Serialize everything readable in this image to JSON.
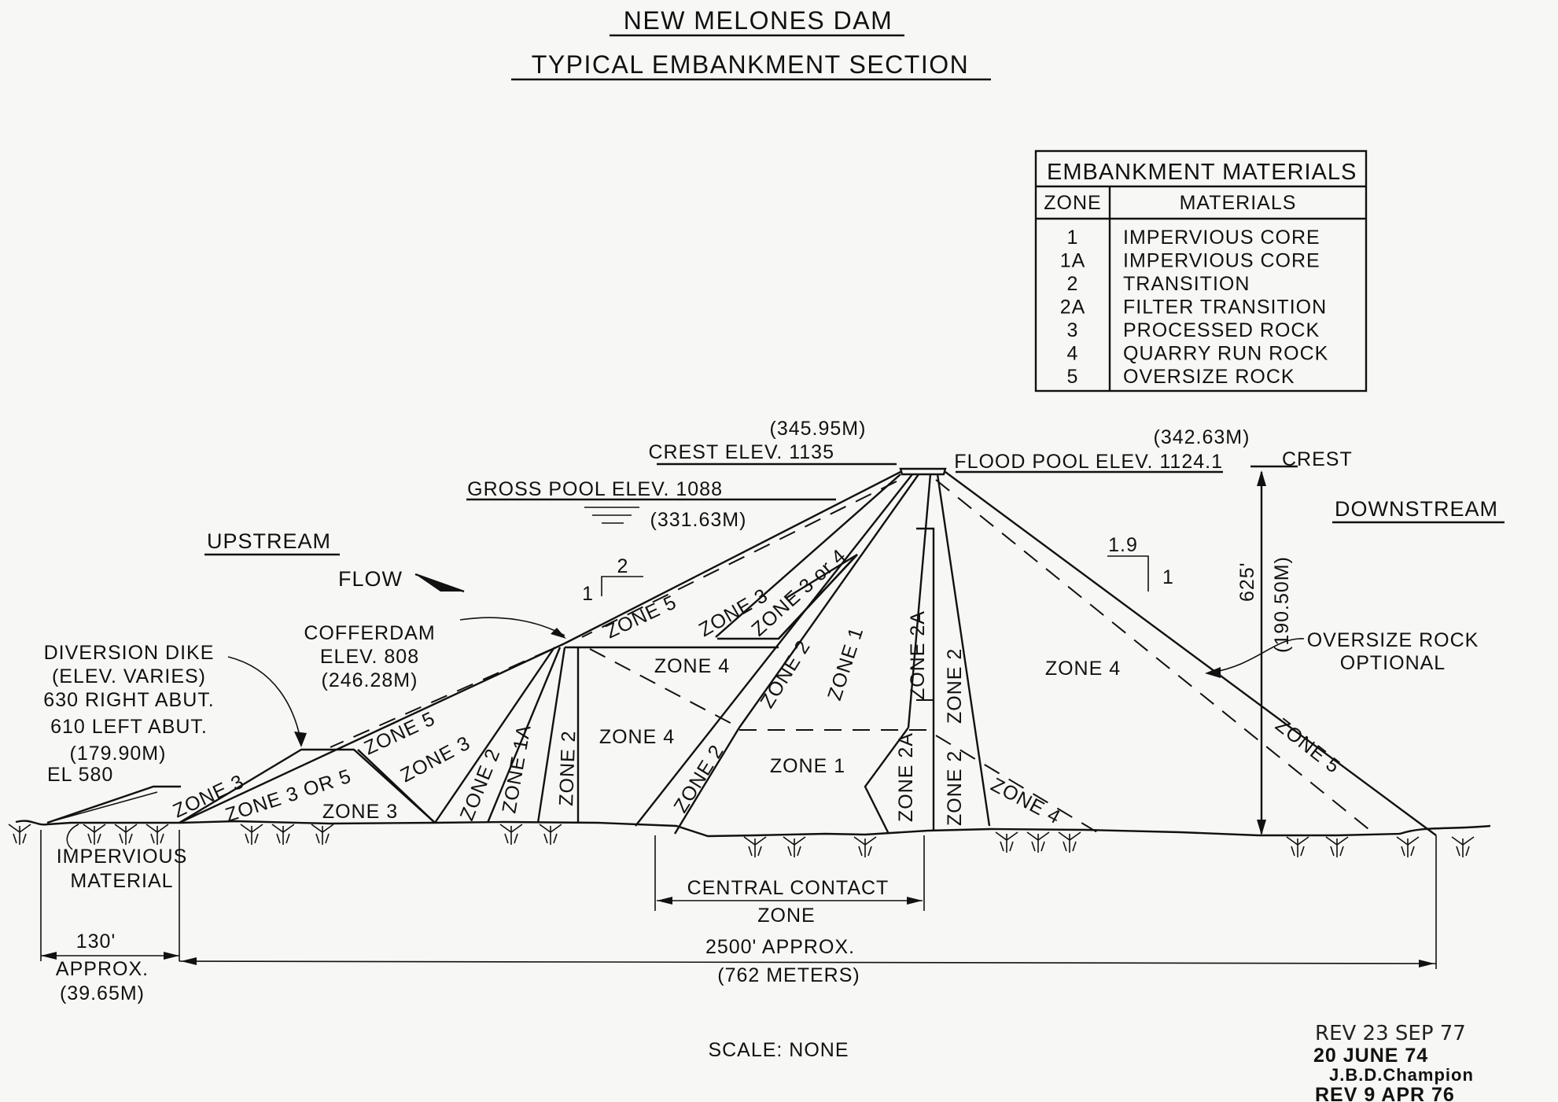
{
  "title": "NEW MELONES DAM",
  "subtitle": "TYPICAL EMBANKMENT SECTION",
  "legend": {
    "title": "EMBANKMENT MATERIALS",
    "col_zone": "ZONE",
    "col_materials": "MATERIALS",
    "rows": [
      {
        "zone": "1",
        "material": "IMPERVIOUS  CORE"
      },
      {
        "zone": "1A",
        "material": "IMPERVIOUS  CORE"
      },
      {
        "zone": "2",
        "material": "TRANSITION"
      },
      {
        "zone": "2A",
        "material": "FILTER TRANSITION"
      },
      {
        "zone": "3",
        "material": "PROCESSED ROCK"
      },
      {
        "zone": "4",
        "material": "QUARRY RUN ROCK"
      },
      {
        "zone": "5",
        "material": "OVERSIZE ROCK"
      }
    ]
  },
  "labels": {
    "crest_metric": "(345.95M)",
    "crest_elev": "CREST ELEV. 1135",
    "flood_metric": "(342.63M)",
    "flood_pool": "FLOOD POOL ELEV. 1124.1",
    "crest": "CREST",
    "gross_pool": "GROSS POOL ELEV. 1088",
    "gross_metric": "(331.63M)",
    "upstream": "UPSTREAM",
    "downstream": "DOWNSTREAM",
    "flow": "FLOW",
    "slope_up_h": "2",
    "slope_up_v": "1",
    "slope_down_h": "1.9",
    "slope_down_v": "1",
    "height_ft": "625'",
    "height_m": "(190.50M)",
    "oversize_1": "OVERSIZE ROCK",
    "oversize_2": "OPTIONAL",
    "cofferdam_1": "COFFERDAM",
    "cofferdam_2": "ELEV. 808",
    "cofferdam_3": "(246.28M)",
    "dike_1": "DIVERSION DIKE",
    "dike_2": "(ELEV. VARIES)",
    "dike_3": "630 RIGHT ABUT.",
    "dike_4": "610 LEFT ABUT.",
    "dike_5": "(179.90M)",
    "el580": "EL 580",
    "impervious_1": "IMPERVIOUS",
    "impervious_2": "MATERIAL",
    "central_1": "CENTRAL CONTACT",
    "central_2": "ZONE",
    "dim_130": "130'",
    "dim_approx": "APPROX.",
    "dim_130m": "(39.65M)",
    "dim_2500": "2500' APPROX.",
    "dim_762": "(762 METERS)",
    "scale": "SCALE: NONE",
    "rev1": "REV 23 SEP 77",
    "date": "20 JUNE 74",
    "author": "J.B.D.Champion",
    "rev2": "REV 9 APR 76"
  },
  "zones": {
    "z5_up": "ZONE 5",
    "z3_up": "ZONE 3",
    "z3or4": "ZONE 3 or 4",
    "z4_top": "ZONE 4",
    "z2_upper": "ZONE 2",
    "z1_upper": "ZONE 1",
    "z2a_upper": "ZONE 2A",
    "z2_right": "ZONE 2",
    "z4_down": "ZONE 4",
    "z4_mid": "ZONE 4",
    "z2_lower": "ZONE 2",
    "z1_lower": "ZONE 1",
    "z2a_lower": "ZONE 2A",
    "z2_lower_r": "ZONE 2",
    "z4_toe": "ZONE 4",
    "z5_down": "ZONE 5",
    "z5_coffer": "ZONE 5",
    "z3_coffer": "ZONE 3",
    "z2_coffer": "ZONE 2",
    "z1a_coffer": "ZONE 1A",
    "z2_coffer_r": "ZONE 2",
    "z3_bottom": "ZONE 3",
    "z3or5": "ZONE 3 OR 5",
    "z3_dike": "ZONE 3"
  }
}
